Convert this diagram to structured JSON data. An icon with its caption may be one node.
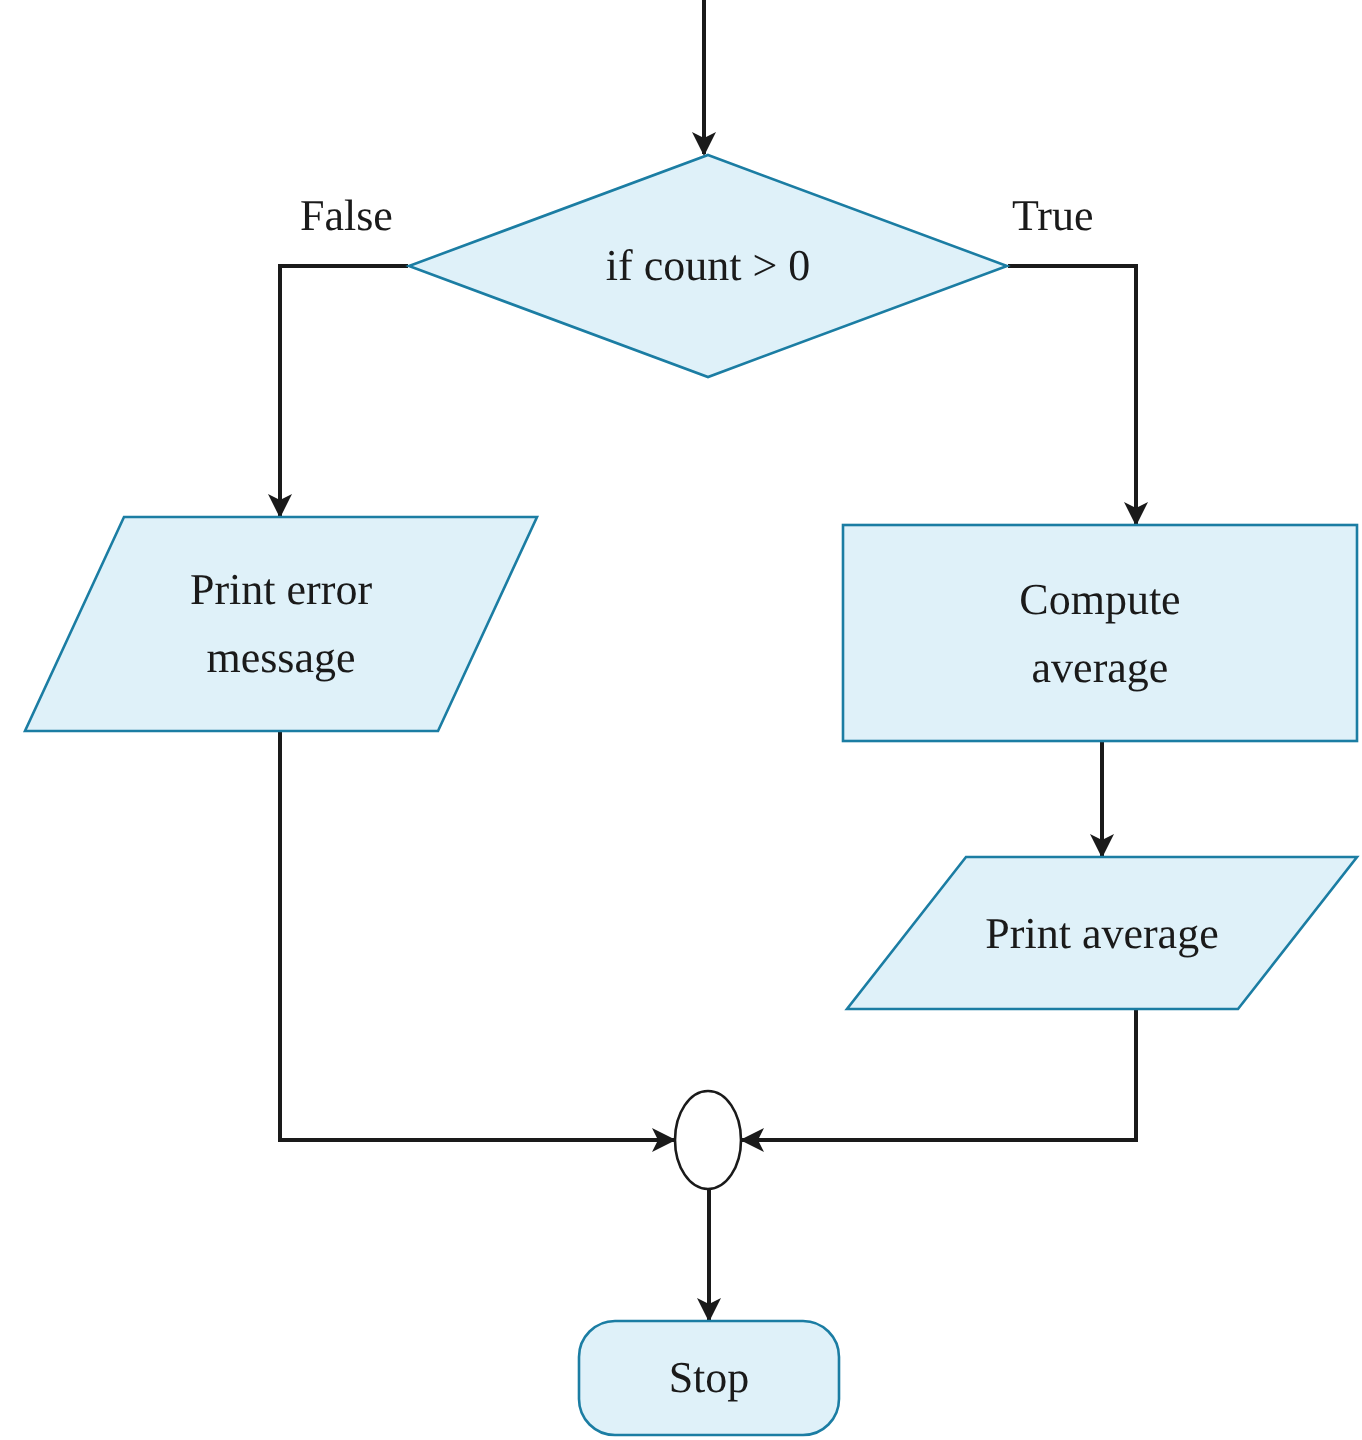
{
  "diagram": {
    "nodes": [
      {
        "text": [
          "if count > 0"
        ]
      },
      {
        "text": [
          "Print error message"
        ]
      },
      {
        "text": [
          "Compute average"
        ]
      },
      {
        "text": [
          "Print average"
        ]
      },
      {
        "text": [],
        "shape": "circle"
      },
      {
        "text": [
          "Stop"
        ]
      }
    ],
    "edges": [
      {
        "from": null,
        "to": 0,
        "arrow": "to"
      },
      {
        "from": 0,
        "to": 1,
        "arrow": "to",
        "label": "False"
      },
      {
        "from": 0,
        "to": 2,
        "arrow": "to",
        "label": "True"
      },
      {
        "from": 2,
        "to": 3,
        "arrow": "to"
      },
      {
        "from": 1,
        "to": 4,
        "arrow": "to"
      },
      {
        "from": 3,
        "to": 4,
        "arrow": "to"
      },
      {
        "from": 4,
        "to": 5,
        "arrow": "to"
      }
    ]
  }
}
